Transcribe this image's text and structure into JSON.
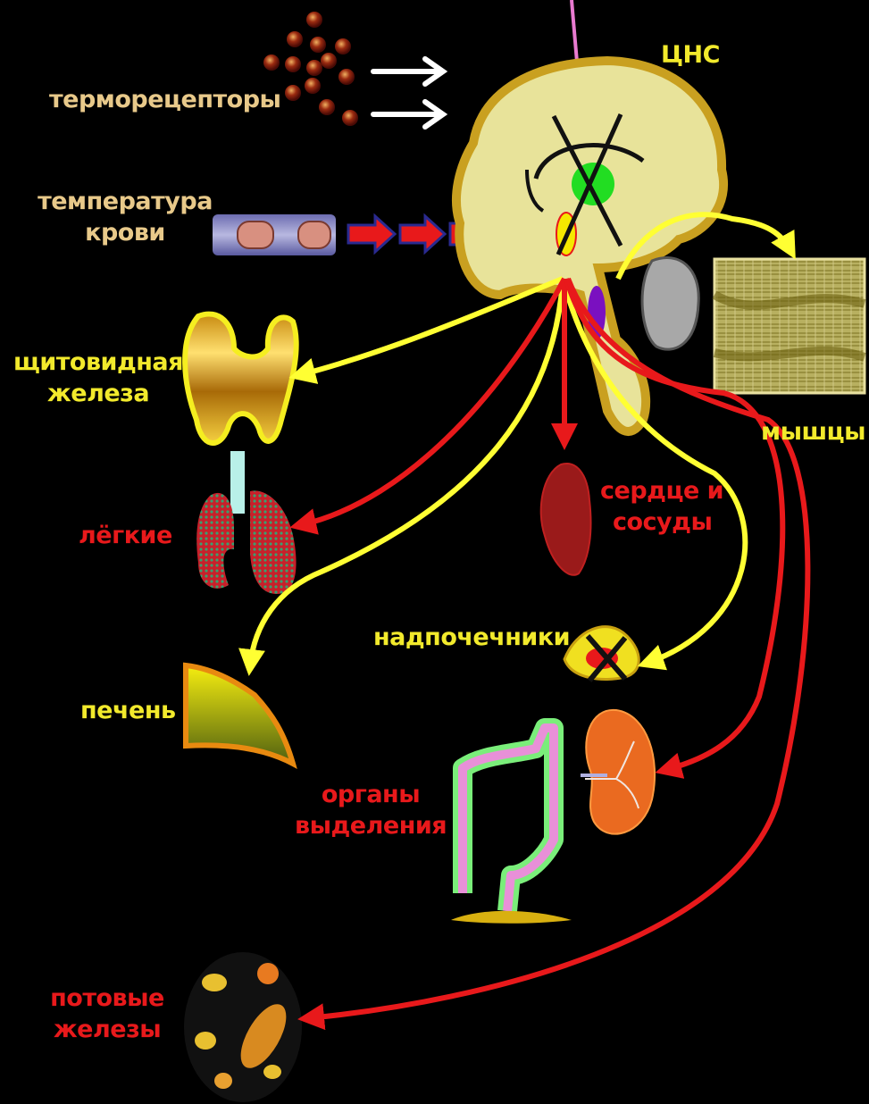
{
  "labels": {
    "thermoreceptors": "терморецепторы",
    "blood_temp_line1": "температура",
    "blood_temp_line2": "крови",
    "cns": "ЦНС",
    "thyroid_line1": "щитовидная",
    "thyroid_line2": "железа",
    "lungs": "лёгкие",
    "liver": "печень",
    "muscles": "мышцы",
    "heart_line1": "сердце и",
    "heart_line2": "сосуды",
    "adrenals": "надпочечники",
    "excretion_line1": "органы",
    "excretion_line2": "выделения",
    "sweat_line1": "потовые",
    "sweat_line2": "железы"
  },
  "colors": {
    "background": "#000000",
    "yellow_label": "#f2ea2c",
    "red_label": "#e8191b",
    "tan_label": "#e8c98a",
    "yellow_arrow": "#ffff33",
    "red_arrow": "#e8191b",
    "white_arrow": "#ffffff",
    "pink_line": "#e87ad0",
    "brain_outline": "#c9a020",
    "brain_fill": "#e8e39a"
  },
  "icons": {
    "thermoreceptors": "thermoreceptor-cells-icon",
    "blood_vessel": "blood-vessel-icon",
    "brain": "brain-icon",
    "thyroid": "thyroid-gland-icon",
    "lungs": "lungs-icon",
    "heart": "heart-icon",
    "muscle": "muscle-tissue-icon",
    "liver": "liver-icon",
    "adrenal": "adrenal-gland-icon",
    "kidney": "kidney-icon",
    "intestine": "intestine-icon",
    "sweat": "sweat-glands-icon"
  }
}
